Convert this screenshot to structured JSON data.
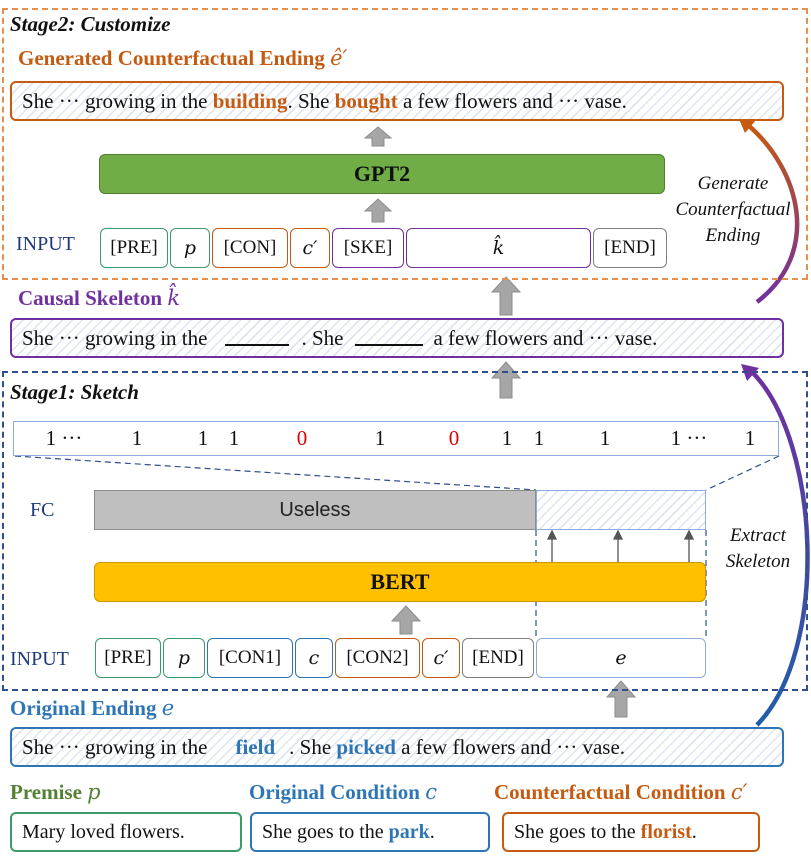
{
  "stage2": {
    "title": "Stage2: Customize",
    "generated_label": "Generated Counterfactual Ending",
    "generated_symbol": "ê′",
    "generated_sentence": {
      "p1": "She ··· growing in the ",
      "w1": "building",
      "p2": ". She ",
      "w2": "bought",
      "p3": " a few flowers and ··· vase."
    },
    "model": "GPT2",
    "input_label": "INPUT",
    "tokens": [
      "[PRE]",
      "p",
      "[CON]",
      "c′",
      "[SKE]",
      "k̂",
      "[END]"
    ]
  },
  "skeleton": {
    "label": "Causal Skeleton",
    "symbol": "k̂",
    "p1": "She ··· growing in the",
    "p2": ". She",
    "p3": "a few flowers and ··· vase."
  },
  "stage1": {
    "title": "Stage1: Sketch",
    "mask": [
      "1 ···",
      "1",
      "1",
      "1",
      "0",
      "1",
      "0",
      "1",
      "1",
      "1",
      "1 ···",
      "1"
    ],
    "fc_label": "FC",
    "useless": "Useless",
    "model": "BERT",
    "input_label": "INPUT",
    "tokens": [
      "[PRE]",
      "p",
      "[CON1]",
      "c",
      "[CON2]",
      "c′",
      "[END]",
      "e"
    ]
  },
  "original": {
    "label": "Original Ending",
    "symbol": "e",
    "p1": "She ··· growing in the",
    "w1": "field",
    "p2": ". She ",
    "w2": "picked",
    "p3": " a few flowers and ··· vase."
  },
  "premise": {
    "label": "Premise",
    "symbol": "p",
    "text": "Mary loved flowers."
  },
  "orig_condition": {
    "label": "Original Condition",
    "symbol": "c",
    "p1": "She goes to the ",
    "w": "park",
    "p2": "."
  },
  "cf_condition": {
    "label": "Counterfactual Condition",
    "symbol": "c′",
    "p1": "She goes to the ",
    "w": "florist",
    "p2": "."
  },
  "side": {
    "generate": [
      "Generate",
      "Counterfactual",
      "Ending"
    ],
    "extract": [
      "Extract",
      "Skeleton"
    ]
  },
  "colors": {
    "orange": "#c55a11",
    "purple": "#7030a0",
    "blue_title": "#2e75b6",
    "navy_dash": "#2f4f8f",
    "green": "#70ad47",
    "bert": "#ffc000",
    "gray": "#bfbfbf",
    "arrow": "#a6a6a6",
    "premise_green": "#548235"
  }
}
